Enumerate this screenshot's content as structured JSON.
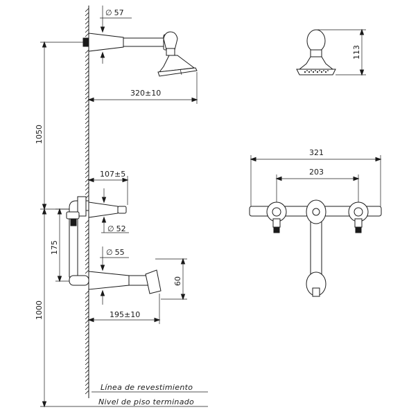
{
  "dimensions": {
    "arm_diameter": "57",
    "arm_length": "320±10",
    "shower_height": "1050",
    "valve_depth": "107±5",
    "valve_diameter": "52",
    "valve_spacing": "175",
    "spout_diameter": "55",
    "spout_height": "60",
    "spout_length": "195±10",
    "spout_base_height": "1000",
    "head_height": "113",
    "overall_width": "321",
    "center_width": "203"
  },
  "labels": {
    "finish_line": "Línea de revestimiento",
    "floor_level": "Nivel de piso terminado"
  },
  "symbols": {
    "diameter": "∅"
  }
}
